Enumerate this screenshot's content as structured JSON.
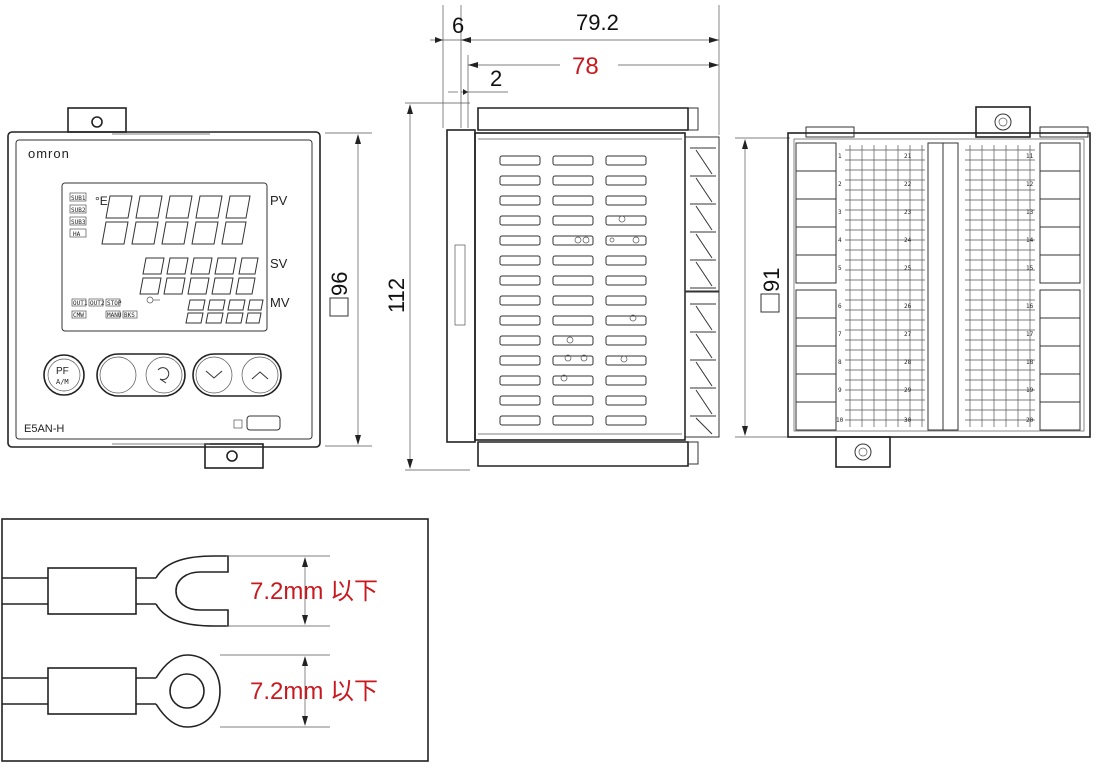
{
  "front": {
    "brand": "omron",
    "model": "E5AN-H",
    "pv_label": "PV",
    "sv_label": "SV",
    "mv_label": "MV",
    "pv_digits": "88.8.8.8",
    "sv_digits": "8.8.8.8.8",
    "mv_digits": "8.8.8.8",
    "deg": "°E",
    "pf_label": "PF",
    "pf_sub": "A/M",
    "indicators_left": [
      "SUB1",
      "SUB2",
      "SUB3",
      "HA"
    ],
    "indicators_bottom": [
      "OUT1",
      "OUT2",
      "STOP",
      "CMW",
      "MANU",
      "BKS"
    ]
  },
  "dimensions": {
    "width_total": "79.2",
    "width_body": "78",
    "panel_offset": "6",
    "front_thickness": "2",
    "height_total": "112",
    "front_square": "96",
    "rear_square": "91"
  },
  "terminals": {
    "left_numbers": [
      "1",
      "2",
      "3",
      "4",
      "5",
      "6",
      "7",
      "8",
      "9",
      "10"
    ],
    "mid_numbers": [
      "21",
      "22",
      "23",
      "24",
      "25",
      "26",
      "27",
      "28",
      "29",
      "30"
    ],
    "right_numbers": [
      "11",
      "12",
      "13",
      "14",
      "15",
      "16",
      "17",
      "18",
      "19",
      "20"
    ]
  },
  "spec": {
    "fork_limit": "7.2mm 以下",
    "ring_limit": "7.2mm 以下"
  },
  "colors": {
    "line": "#222222",
    "accent": "#c8191f"
  }
}
